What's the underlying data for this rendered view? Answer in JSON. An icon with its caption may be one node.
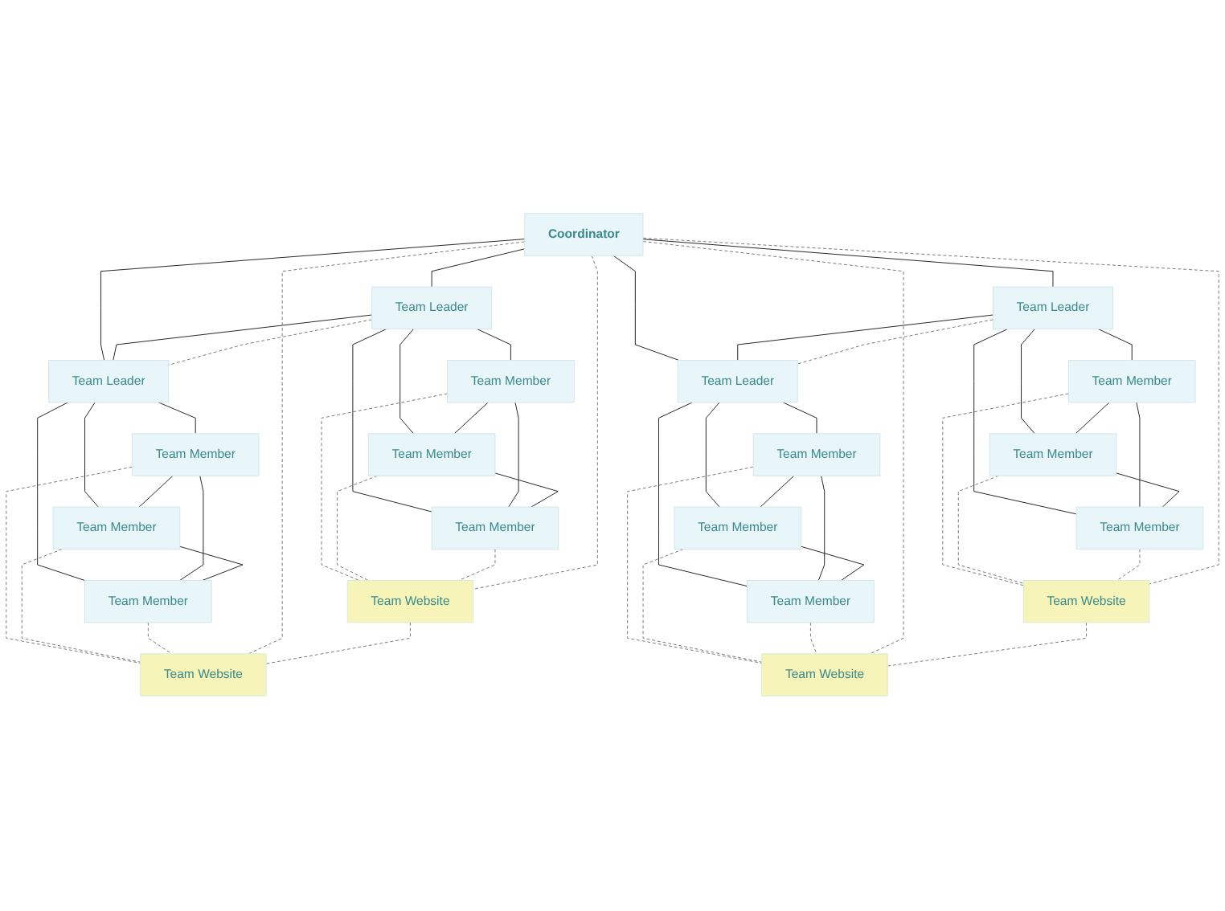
{
  "diagram": {
    "nodes": [
      {
        "text": [
          "Coordinator"
        ]
      },
      {
        "text": [
          "Team Leader"
        ]
      },
      {
        "text": [
          "Team Leader"
        ]
      },
      {
        "text": [
          "Team Leader"
        ]
      },
      {
        "text": [
          "Team Leader"
        ]
      },
      {
        "text": [
          "Team Member"
        ]
      },
      {
        "text": [
          "Team Member"
        ]
      },
      {
        "text": [
          "Team Member"
        ]
      },
      {
        "text": [
          "Team Member"
        ]
      },
      {
        "text": [
          "Team Member"
        ]
      },
      {
        "text": [
          "Team Member"
        ]
      },
      {
        "text": [
          "Team Member"
        ]
      },
      {
        "text": [
          "Team Member"
        ]
      },
      {
        "text": [
          "Team Member"
        ]
      },
      {
        "text": [
          "Team Member"
        ]
      },
      {
        "text": [
          "Team Member"
        ]
      },
      {
        "text": [
          "Team Member"
        ]
      },
      {
        "text": [
          "Team Website"
        ]
      },
      {
        "text": [
          "Team Website"
        ]
      },
      {
        "text": [
          "Team Website"
        ]
      },
      {
        "text": [
          "Team Website"
        ]
      }
    ],
    "edges": [
      {
        "from": 0,
        "to": 1,
        "arrow": "none"
      },
      {
        "from": 0,
        "to": 2,
        "arrow": "none"
      },
      {
        "from": 0,
        "to": 3,
        "arrow": "none"
      },
      {
        "from": 0,
        "to": 4,
        "arrow": "none"
      },
      {
        "from": 1,
        "to": 2,
        "arrow": "none"
      },
      {
        "from": 1,
        "to": 2,
        "arrow": "none",
        "style": "dashed"
      },
      {
        "from": 3,
        "to": 4,
        "arrow": "none"
      },
      {
        "from": 3,
        "to": 4,
        "arrow": "none",
        "style": "dashed"
      },
      {
        "from": 1,
        "to": 5,
        "arrow": "none"
      },
      {
        "from": 1,
        "to": 9,
        "arrow": "none"
      },
      {
        "from": 1,
        "to": 10,
        "arrow": "none"
      },
      {
        "from": 2,
        "to": 6,
        "arrow": "none"
      },
      {
        "from": 2,
        "to": 11,
        "arrow": "none"
      },
      {
        "from": 2,
        "to": 12,
        "arrow": "none"
      },
      {
        "from": 3,
        "to": 7,
        "arrow": "none"
      },
      {
        "from": 3,
        "to": 13,
        "arrow": "none"
      },
      {
        "from": 3,
        "to": 14,
        "arrow": "none"
      },
      {
        "from": 4,
        "to": 8,
        "arrow": "none"
      },
      {
        "from": 4,
        "to": 15,
        "arrow": "none"
      },
      {
        "from": 4,
        "to": 16,
        "arrow": "none"
      },
      {
        "from": 5,
        "to": 9,
        "arrow": "none"
      },
      {
        "from": 5,
        "to": 10,
        "arrow": "none"
      },
      {
        "from": 6,
        "to": 11,
        "arrow": "none"
      },
      {
        "from": 6,
        "to": 12,
        "arrow": "none"
      },
      {
        "from": 7,
        "to": 13,
        "arrow": "none"
      },
      {
        "from": 7,
        "to": 14,
        "arrow": "none"
      },
      {
        "from": 8,
        "to": 15,
        "arrow": "none"
      },
      {
        "from": 8,
        "to": 16,
        "arrow": "none"
      },
      {
        "from": 9,
        "to": 10,
        "arrow": "none"
      },
      {
        "from": 11,
        "to": 12,
        "arrow": "none"
      },
      {
        "from": 13,
        "to": 14,
        "arrow": "none"
      },
      {
        "from": 15,
        "to": 16,
        "arrow": "none"
      },
      {
        "from": 5,
        "to": 17,
        "arrow": "none",
        "style": "dashed"
      },
      {
        "from": 9,
        "to": 17,
        "arrow": "none",
        "style": "dashed"
      },
      {
        "from": 10,
        "to": 17,
        "arrow": "none",
        "style": "dashed"
      },
      {
        "from": 6,
        "to": 18,
        "arrow": "none",
        "style": "dashed"
      },
      {
        "from": 11,
        "to": 18,
        "arrow": "none",
        "style": "dashed"
      },
      {
        "from": 12,
        "to": 18,
        "arrow": "none",
        "style": "dashed"
      },
      {
        "from": 7,
        "to": 19,
        "arrow": "none",
        "style": "dashed"
      },
      {
        "from": 13,
        "to": 19,
        "arrow": "none",
        "style": "dashed"
      },
      {
        "from": 14,
        "to": 19,
        "arrow": "none",
        "style": "dashed"
      },
      {
        "from": 8,
        "to": 20,
        "arrow": "none",
        "style": "dashed"
      },
      {
        "from": 15,
        "to": 20,
        "arrow": "none",
        "style": "dashed"
      },
      {
        "from": 16,
        "to": 20,
        "arrow": "none",
        "style": "dashed"
      },
      {
        "from": 0,
        "to": 17,
        "arrow": "none",
        "style": "dashed"
      },
      {
        "from": 0,
        "to": 18,
        "arrow": "none",
        "style": "dashed"
      },
      {
        "from": 0,
        "to": 19,
        "arrow": "none",
        "style": "dashed"
      },
      {
        "from": 0,
        "to": 20,
        "arrow": "none",
        "style": "dashed"
      },
      {
        "from": 17,
        "to": 18,
        "arrow": "none",
        "style": "dashed"
      },
      {
        "from": 19,
        "to": 20,
        "arrow": "none",
        "style": "dashed"
      }
    ]
  }
}
